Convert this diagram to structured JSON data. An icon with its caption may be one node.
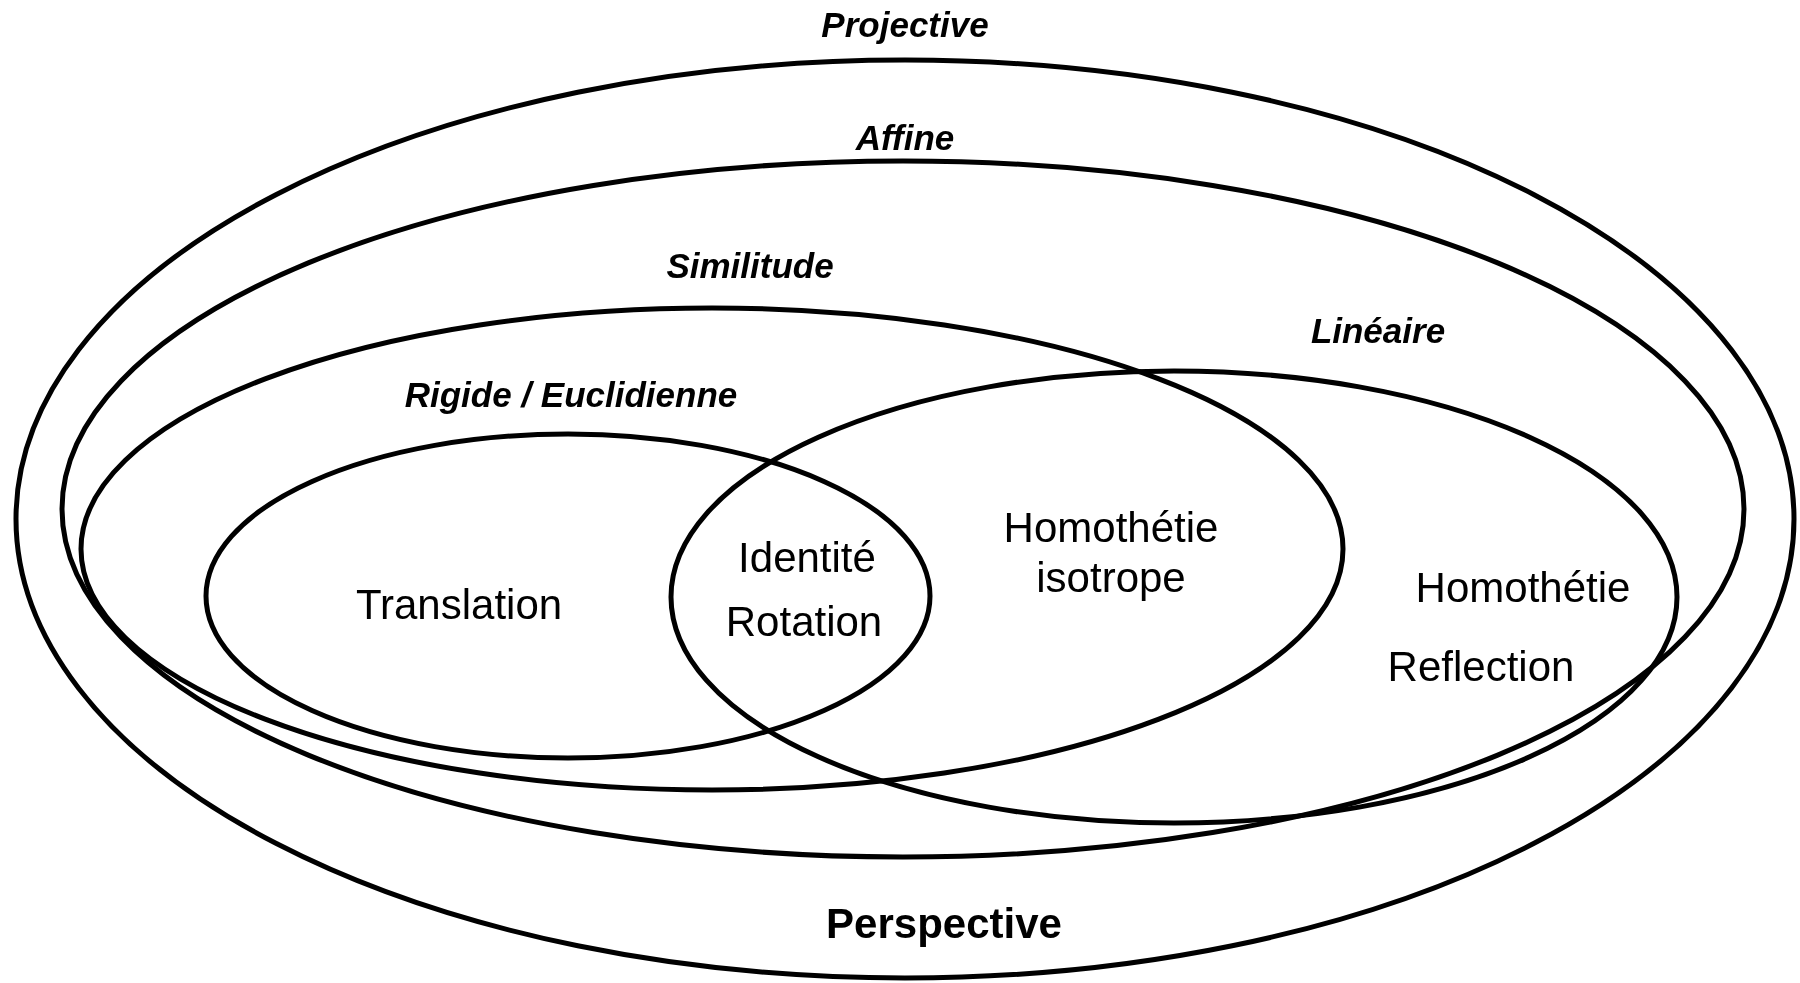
{
  "diagram": {
    "nodes": [
      {
        "text": [
          "Projective"
        ]
      },
      {
        "text": [
          "Affine"
        ],
        "in": 0
      },
      {
        "text": [
          "Similitude"
        ],
        "in": 1
      },
      {
        "text": [
          "Linéaire"
        ],
        "in": 1
      },
      {
        "text": [
          "Rigide / Euclidienne"
        ],
        "in": 2
      }
    ],
    "labels": [
      "Translation",
      "Identité",
      "Rotation",
      "Homothétie isotrope",
      "Homothétie",
      "Reflection",
      "Perspective"
    ]
  }
}
